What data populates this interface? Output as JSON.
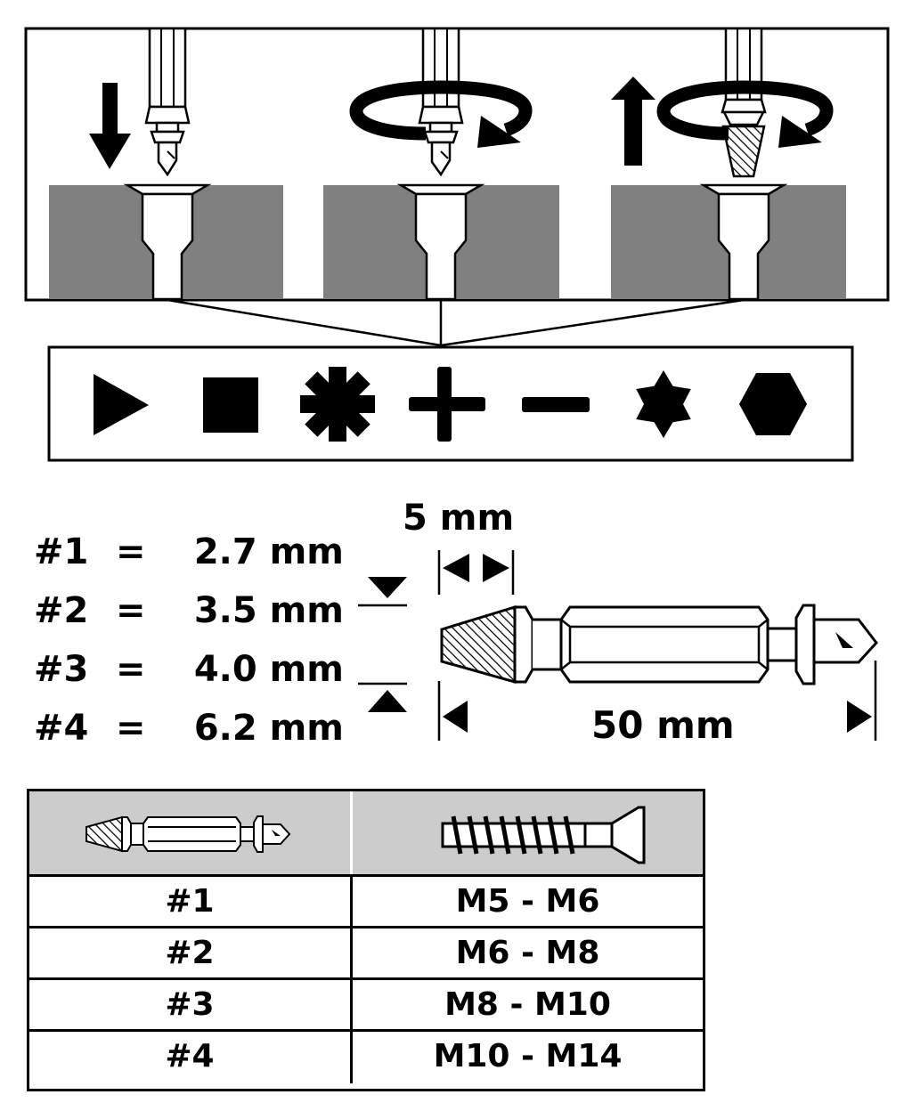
{
  "steps": [
    {
      "action": "drill-down",
      "icon": "arrow-down-icon"
    },
    {
      "action": "rotate",
      "icon": "rotate-arrow-icon"
    },
    {
      "action": "extract-up-rotate",
      "icon": "arrow-up-icon"
    }
  ],
  "head_types": [
    {
      "name": "triangle",
      "icon": "triangle-icon"
    },
    {
      "name": "square",
      "icon": "square-icon"
    },
    {
      "name": "pozidriv",
      "icon": "pozidriv-icon"
    },
    {
      "name": "phillips",
      "icon": "phillips-cross-icon"
    },
    {
      "name": "slotted",
      "icon": "slotted-minus-icon"
    },
    {
      "name": "torx",
      "icon": "torx-star-icon"
    },
    {
      "name": "hex",
      "icon": "hexagon-icon"
    }
  ],
  "sizes": [
    {
      "num": "#1",
      "eq": "=",
      "value": "2.7 mm"
    },
    {
      "num": "#2",
      "eq": "=",
      "value": "3.5 mm"
    },
    {
      "num": "#3",
      "eq": "=",
      "value": "4.0 mm"
    },
    {
      "num": "#4",
      "eq": "=",
      "value": "6.2 mm"
    }
  ],
  "dimensions": {
    "tip_length": "5 mm",
    "total_length": "50 mm"
  },
  "table": {
    "header_icons": [
      "extractor-bit-icon",
      "screw-icon"
    ],
    "rows": [
      {
        "bit": "#1",
        "screw": "M5 - M6"
      },
      {
        "bit": "#2",
        "screw": "M6 - M8"
      },
      {
        "bit": "#3",
        "screw": "M8 - M10"
      },
      {
        "bit": "#4",
        "screw": "M10 - M14"
      }
    ]
  },
  "colors": {
    "ink": "#000000",
    "material_gray": "#808080",
    "header_gray": "#cccccc"
  }
}
